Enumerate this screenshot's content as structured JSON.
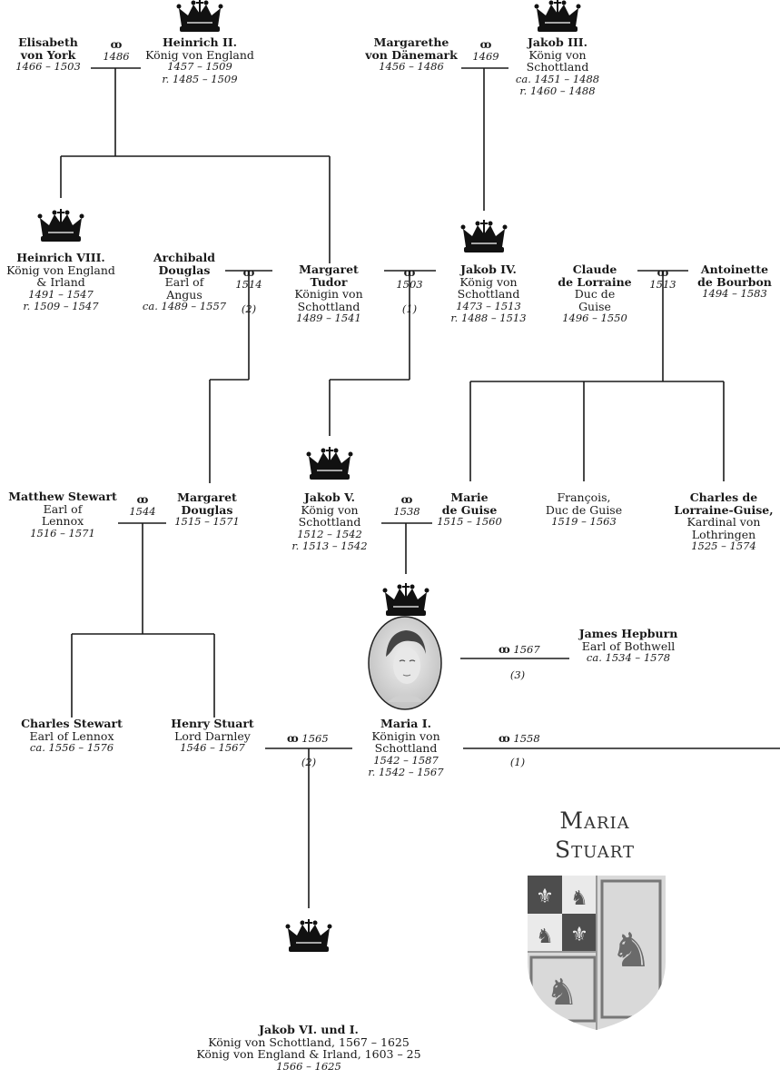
{
  "title": [
    "Maria",
    "Stuart"
  ],
  "persons": {
    "elisabeth": {
      "name": [
        "Elisabeth",
        "von York"
      ],
      "lines": [],
      "italic": [
        "1466 – 1503"
      ]
    },
    "heinrich2": {
      "name": [
        "Heinrich II."
      ],
      "lines": [
        "König von England"
      ],
      "italic": [
        "1457 – 1509",
        "r. 1485 – 1509"
      ]
    },
    "margarethe": {
      "name": [
        "Margarethe",
        "von Dänemark"
      ],
      "lines": [],
      "italic": [
        "1456 – 1486"
      ]
    },
    "jakob3": {
      "name": [
        "Jakob III."
      ],
      "lines": [
        "König von",
        "Schottland"
      ],
      "italic": [
        "ca. 1451 – 1488",
        "r. 1460 – 1488"
      ]
    },
    "heinrich8": {
      "name": [
        "Heinrich VIII."
      ],
      "lines": [
        "König von England",
        "& Irland"
      ],
      "italic": [
        "1491 – 1547",
        "r. 1509 – 1547"
      ]
    },
    "archibald": {
      "name": [
        "Archibald",
        "Douglas"
      ],
      "lines": [
        "Earl of",
        "Angus"
      ],
      "italic": [
        "ca. 1489 – 1557"
      ]
    },
    "margaret_tudor": {
      "name": [
        "Margaret",
        "Tudor"
      ],
      "lines": [
        "Königin von",
        "Schottland"
      ],
      "italic": [
        "1489 – 1541"
      ]
    },
    "jakob4": {
      "name": [
        "Jakob IV."
      ],
      "lines": [
        "König von",
        "Schottland"
      ],
      "italic": [
        "1473 – 1513",
        "r. 1488 – 1513"
      ]
    },
    "claude": {
      "name": [
        "Claude",
        "de Lorraine"
      ],
      "lines": [
        "Duc de",
        "Guise"
      ],
      "italic": [
        "1496 – 1550"
      ]
    },
    "antoinette": {
      "name": [
        "Antoinette",
        "de Bourbon"
      ],
      "lines": [],
      "italic": [
        "1494 – 1583"
      ]
    },
    "matthew": {
      "name": [
        "Matthew Stewart"
      ],
      "lines": [
        "Earl of",
        "Lennox"
      ],
      "italic": [
        "1516 – 1571"
      ]
    },
    "margaret_douglas": {
      "name": [
        "Margaret",
        "Douglas"
      ],
      "lines": [],
      "italic": [
        "1515 – 1571"
      ]
    },
    "jakob5": {
      "name": [
        "Jakob V."
      ],
      "lines": [
        "König von",
        "Schottland"
      ],
      "italic": [
        "1512 – 1542",
        "r. 1513 – 1542"
      ]
    },
    "marie": {
      "name": [
        "Marie",
        "de Guise"
      ],
      "lines": [],
      "italic": [
        "1515 – 1560"
      ]
    },
    "francois": {
      "name": [],
      "lines": [
        "François,",
        "Duc de Guise"
      ],
      "italic": [
        "1519 – 1563"
      ]
    },
    "charles_lorraine": {
      "name": [
        "Charles de",
        "Lorraine-Guise,"
      ],
      "lines": [
        "Kardinal von",
        "Lothringen"
      ],
      "italic": [
        "1525 – 1574"
      ]
    },
    "james_hepburn": {
      "name": [
        "James Hepburn"
      ],
      "lines": [
        "Earl of Bothwell"
      ],
      "italic": [
        "ca. 1534 – 1578"
      ]
    },
    "charles_stewart": {
      "name": [
        "Charles Stewart"
      ],
      "lines": [
        "Earl of Lennox"
      ],
      "italic": [
        "ca. 1556 – 1576"
      ]
    },
    "henry_stuart": {
      "name": [
        "Henry Stuart"
      ],
      "lines": [
        "Lord Darnley"
      ],
      "italic": [
        "1546 – 1567"
      ]
    },
    "maria": {
      "name": [
        "Maria I."
      ],
      "lines": [
        "Königin von",
        "Schottland"
      ],
      "italic": [
        "1542 – 1587",
        "r. 1542 – 1567"
      ]
    },
    "jakob6": {
      "name": [
        "Jakob VI. und I."
      ],
      "lines": [
        "König von Schottland, 1567 – 1625",
        "König von England & Irland, 1603 – 25"
      ],
      "italic": [
        "1566 – 1625"
      ]
    }
  },
  "marriages": {
    "m1486": {
      "rings": "ꝏ",
      "year": "1486"
    },
    "m1469": {
      "rings": "ꝏ",
      "year": "1469"
    },
    "m1514": {
      "rings": "ꝏ",
      "year": "1514",
      "order": "(2)"
    },
    "m1503": {
      "rings": "ꝏ",
      "year": "1503",
      "order": "(1)"
    },
    "m1513": {
      "rings": "ꝏ",
      "year": "1513"
    },
    "m1544": {
      "rings": "ꝏ",
      "year": "1544"
    },
    "m1538": {
      "rings": "ꝏ",
      "year": "1538"
    },
    "m1567": {
      "rings": "ꝏ",
      "year": "1567",
      "order": "(3)"
    },
    "m1565": {
      "rings": "ꝏ",
      "year": "1565",
      "order": "(2)"
    },
    "m1558": {
      "rings": "ꝏ",
      "year": "1558",
      "order": "(1)"
    }
  },
  "colors": {
    "line": "#1a1a1a",
    "crown": "#111111",
    "shield_gold": "#d9d9d9",
    "shield_red": "#555555"
  }
}
